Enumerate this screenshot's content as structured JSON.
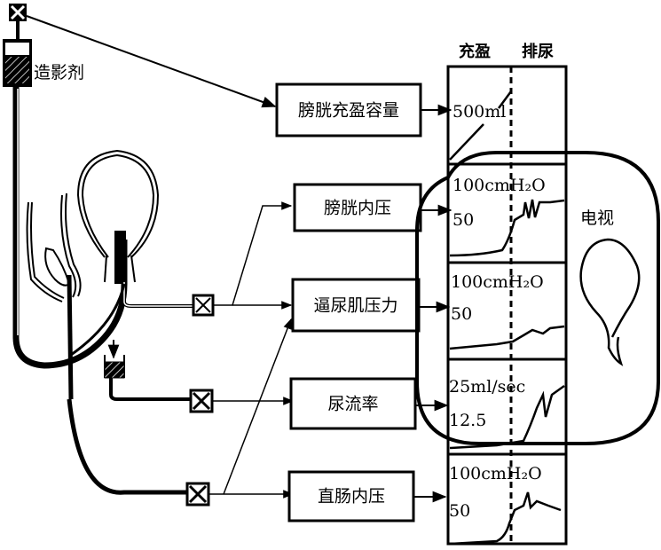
{
  "contrast_agent_label": "造影剂",
  "process_boxes": {
    "bladder_capacity": "膀胱充盈容量",
    "bladder_pressure": "膀胱内压",
    "urethral_pressure": "逼尿肌压力",
    "flow_rate": "尿流率",
    "rectal_pressure": "直肠内压"
  },
  "recorder": {
    "phase_fill": "充盈",
    "phase_void": "排尿",
    "tracks": [
      {
        "name": "volume",
        "ticks": [
          "500ml"
        ]
      },
      {
        "name": "bladder-pressure",
        "ticks": [
          "100cmH₂O",
          "50"
        ]
      },
      {
        "name": "detrusor-pressure",
        "ticks": [
          "100cmH₂O",
          "50"
        ]
      },
      {
        "name": "flow-rate",
        "ticks": [
          "25ml/sec",
          "12.5"
        ]
      },
      {
        "name": "rectal-pressure",
        "ticks": [
          "100cmH₂O",
          "50"
        ]
      }
    ]
  },
  "tv_label": "电视"
}
